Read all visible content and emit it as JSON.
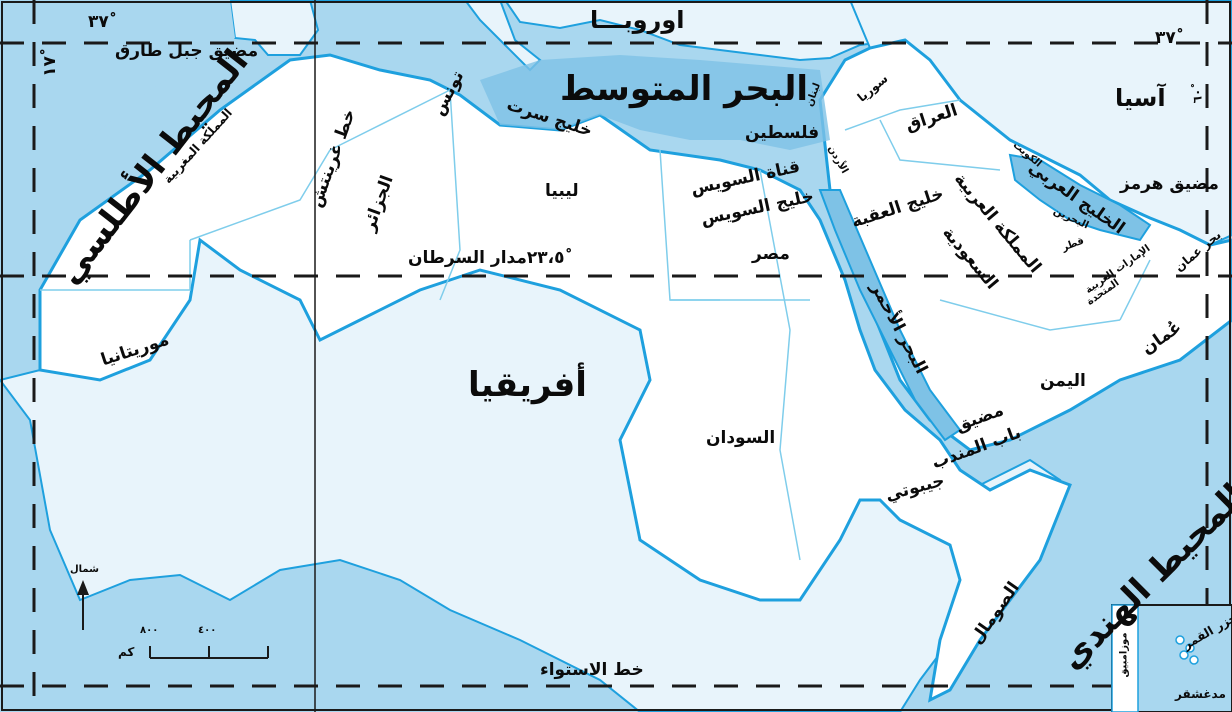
{
  "map": {
    "colors": {
      "sea": "#a9d7ef",
      "sea_dark": "#7ec2e6",
      "land_outside": "#e8f4fb",
      "land_arab": "#ffffff",
      "border": "#1ea0de",
      "grid": "#1a1a1a",
      "inner_border": "#7fcdeb"
    },
    "labels": {
      "europe": "اوروبـــا",
      "asia": "آسيا",
      "africa": "أفريقيا",
      "mediterranean": "البحر المتوسط",
      "atlantic": "المحيط الأطلسي",
      "indian_ocean": "المحيط الهندي",
      "red_sea": "البحر الأحمر",
      "arabian_gulf": "الخليج العربي",
      "gulf_of_oman": "بحر عمان",
      "gulf_of_sirte": "خليج سرت",
      "gulf_of_suez": "خليج السويس",
      "suez_canal": "قناة السويس",
      "gulf_of_aqaba": "خليج العقبة",
      "strait_gibraltar": "مضيق جبل طارق",
      "strait_hormuz": "مضيق هرمز",
      "bab_el_mandeb_1": "مضيق",
      "bab_el_mandeb_2": "باب المندب",
      "morocco": "المملكة المغربية",
      "mauritania": "موريتانيا",
      "algeria": "الجزائر",
      "tunisia": "تونس",
      "libya": "ليبيا",
      "egypt": "مصر",
      "sudan": "السودان",
      "djibouti": "جيبوتي",
      "somalia": "الصومال",
      "palestine": "فلسطين",
      "lebanon": "لبنان",
      "syria": "سوريا",
      "jordan": "الأردن",
      "iraq": "العراق",
      "kuwait": "الكويت",
      "bahrain": "البحرين",
      "qatar": "قطر",
      "uae_1": "الإمارات العربية",
      "uae_2": "المتحدة",
      "saudi_1": "المملكة العربية",
      "saudi_2": "السعودية",
      "oman": "عُمان",
      "yemen": "اليمن",
      "comoros": "جزر القمر",
      "mozambique": "موزامبيق",
      "madagascar": "مدغشقر",
      "lat_37_left": "٣٧ْ",
      "lat_37_right": "٣٧ْ",
      "lon_17w": "١٧ْ",
      "lon_60e": "٦٠ْ",
      "greenwich": "خط غرينتش",
      "tropic_cancer": "٢٣،٥ْمدار السرطان",
      "equator": "خط الاستواء",
      "north": "شمال",
      "scale_unit": "كم",
      "scale_400": "٤٠٠",
      "scale_800": "٨٠٠"
    }
  }
}
